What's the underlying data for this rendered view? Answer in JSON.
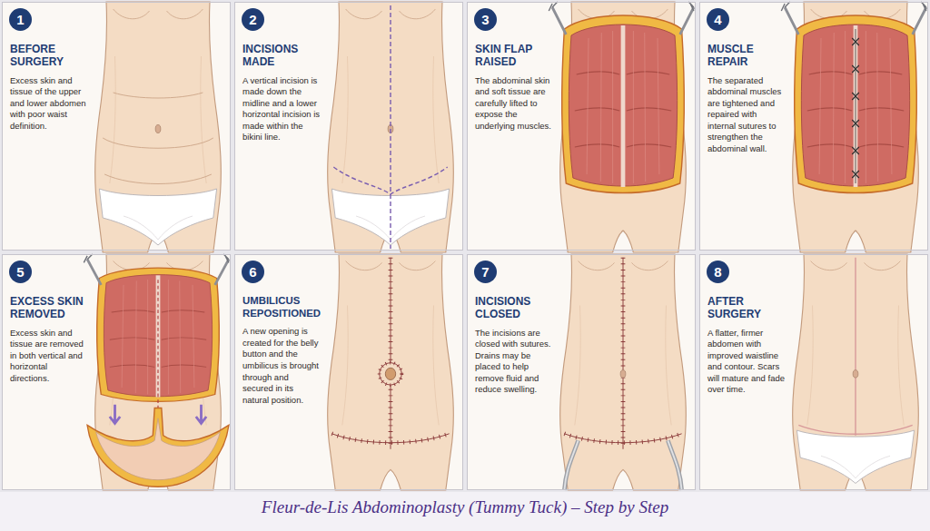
{
  "diagram": {
    "caption": "Fleur-de-Lis Abdominoplasty (Tummy Tuck) – Step by Step",
    "nodes": [
      {
        "text": [
          "BEFORE SURGERY",
          "Excess skin and tissue of the upper and lower abdomen with poor waist definition."
        ]
      },
      {
        "text": [
          "1"
        ],
        "in": 0
      },
      {
        "text": [
          "INCISIONS MADE",
          "A vertical incision is made down the midline and a lower horizontal incision is made within the bikini line."
        ]
      },
      {
        "text": [
          "2"
        ],
        "in": 2
      },
      {
        "text": [
          "SKIN FLAP RAISED",
          "The abdominal skin and soft tissue are carefully lifted to expose the underlying muscles."
        ]
      },
      {
        "text": [
          "3"
        ],
        "in": 4
      },
      {
        "text": [
          "MUSCLE REPAIR",
          "The separated abdominal muscles are tightened and repaired with internal sutures to strengthen the abdominal wall."
        ]
      },
      {
        "text": [
          "4"
        ],
        "in": 6
      },
      {
        "text": [
          "EXCESS SKIN REMOVED",
          "Excess skin and tissue are removed in both vertical and horizontal directions."
        ]
      },
      {
        "text": [
          "5"
        ],
        "in": 8
      },
      {
        "text": [
          "UMBILICUS REPOSITIONED",
          "A new opening is created for the belly button and the umbilicus is brought through and secured in its natural position."
        ]
      },
      {
        "text": [
          "6"
        ],
        "in": 10
      },
      {
        "text": [
          "INCISIONS CLOSED",
          "The incisions are closed with sutures. Drains may be placed to help remove fluid and reduce swelling."
        ]
      },
      {
        "text": [
          "7"
        ],
        "in": 12
      },
      {
        "text": [
          "AFTER SURGERY",
          "A flatter, firmer abdomen with improved waistline and contour. Scars will mature and fade over time."
        ]
      },
      {
        "text": [
          "8"
        ],
        "in": 14
      }
    ]
  }
}
